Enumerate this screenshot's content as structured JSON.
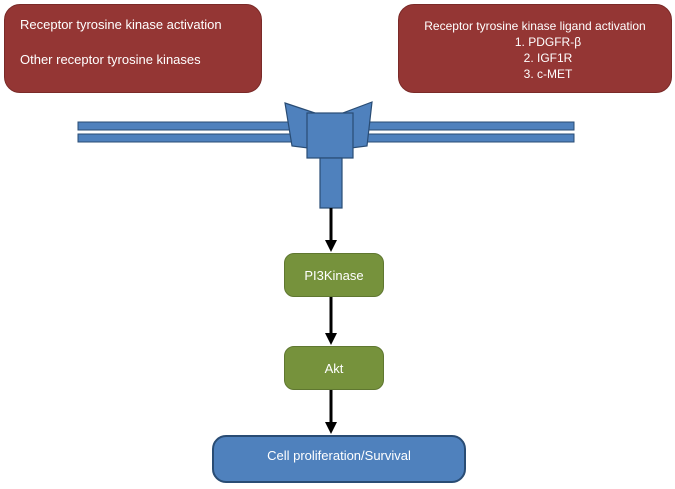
{
  "left_box": {
    "line1": "Receptor tyrosine kinase activation",
    "line2": "Other receptor tyrosine kinases"
  },
  "right_box": {
    "title": "Receptor tyrosine kinase ligand activation",
    "items": [
      "1. PDGFR-β",
      "2. IGF1R",
      "3. c-MET"
    ]
  },
  "pathway": {
    "step1": "PI3Kinase",
    "step2": "Akt",
    "outcome": "Cell proliferation/Survival"
  },
  "colors": {
    "red_box": "#943634",
    "green_box": "#76923c",
    "blue_box": "#4f81bd",
    "membrane": "#4f81bd",
    "arrow": "#000000"
  }
}
